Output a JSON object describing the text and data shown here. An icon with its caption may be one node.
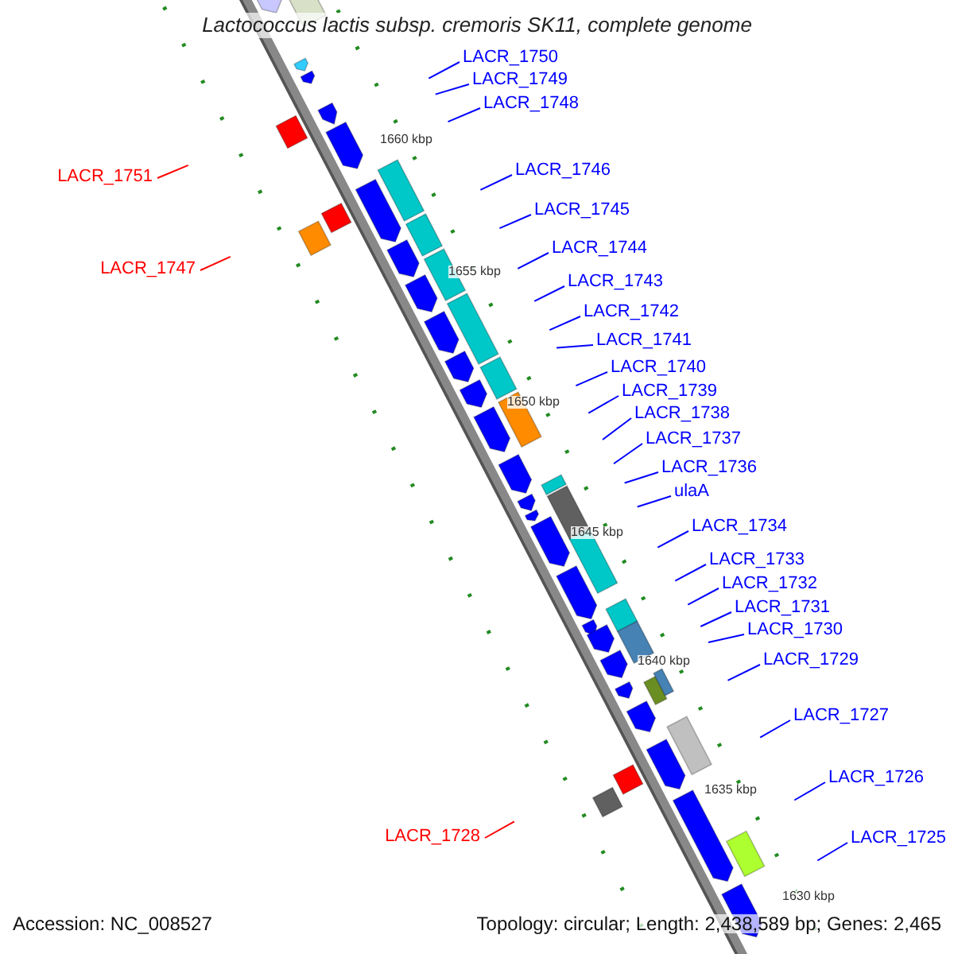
{
  "diagram": {
    "title": "Lactococcus lactis subsp. cremoris SK11, complete genome",
    "nodes": [
      {
        "text": [
          "LACR_1750"
        ]
      },
      {
        "text": [
          "LACR_1749"
        ]
      },
      {
        "text": [
          "LACR_1748"
        ]
      },
      {
        "text": [
          "LACR_1751"
        ]
      },
      {
        "text": [
          "LACR_1746"
        ]
      },
      {
        "text": [
          "LACR_1745"
        ]
      },
      {
        "text": [
          "LACR_1747"
        ]
      },
      {
        "text": [
          "LACR_1744"
        ]
      },
      {
        "text": [
          "LACR_1743"
        ]
      },
      {
        "text": [
          "LACR_1742"
        ]
      },
      {
        "text": [
          "LACR_1741"
        ]
      },
      {
        "text": [
          "LACR_1740"
        ]
      },
      {
        "text": [
          "LACR_1739"
        ]
      },
      {
        "text": [
          "LACR_1738"
        ]
      },
      {
        "text": [
          "LACR_1737"
        ]
      },
      {
        "text": [
          "LACR_1736"
        ]
      },
      {
        "text": [
          "ulaA"
        ]
      },
      {
        "text": [
          "LACR_1734"
        ]
      },
      {
        "text": [
          "LACR_1733"
        ]
      },
      {
        "text": [
          "LACR_1732"
        ]
      },
      {
        "text": [
          "LACR_1731"
        ]
      },
      {
        "text": [
          "LACR_1730"
        ]
      },
      {
        "text": [
          "LACR_1729"
        ]
      },
      {
        "text": [
          "LACR_1727"
        ]
      },
      {
        "text": [
          "LACR_1726"
        ]
      },
      {
        "text": [
          "LACR_1728"
        ]
      },
      {
        "text": [
          "LACR_1725"
        ]
      }
    ],
    "edges": [
      {
        "from": 0,
        "to": null,
        "arrow": "none"
      },
      {
        "from": 1,
        "to": null,
        "arrow": "none"
      },
      {
        "from": 2,
        "to": null,
        "arrow": "none"
      },
      {
        "from": 3,
        "to": null,
        "arrow": "none",
        "color": "#ff0000"
      },
      {
        "from": 4,
        "to": null,
        "arrow": "none"
      },
      {
        "from": 5,
        "to": null,
        "arrow": "none"
      },
      {
        "from": 6,
        "to": null,
        "arrow": "none",
        "color": "#ff0000"
      },
      {
        "from": 7,
        "to": null,
        "arrow": "none"
      },
      {
        "from": 8,
        "to": null,
        "arrow": "none"
      },
      {
        "from": 9,
        "to": null,
        "arrow": "none"
      },
      {
        "from": 10,
        "to": null,
        "arrow": "none"
      },
      {
        "from": 11,
        "to": null,
        "arrow": "none"
      },
      {
        "from": 12,
        "to": null,
        "arrow": "none"
      },
      {
        "from": 13,
        "to": null,
        "arrow": "none"
      },
      {
        "from": 14,
        "to": null,
        "arrow": "none"
      },
      {
        "from": 15,
        "to": null,
        "arrow": "none"
      },
      {
        "from": 16,
        "to": null,
        "arrow": "none"
      },
      {
        "from": 17,
        "to": null,
        "arrow": "none"
      },
      {
        "from": 18,
        "to": null,
        "arrow": "none"
      },
      {
        "from": 19,
        "to": null,
        "arrow": "none"
      },
      {
        "from": 20,
        "to": null,
        "arrow": "none"
      },
      {
        "from": 21,
        "to": null,
        "arrow": "none"
      },
      {
        "from": 22,
        "to": null,
        "arrow": "none"
      },
      {
        "from": 23,
        "to": null,
        "arrow": "none"
      },
      {
        "from": 24,
        "to": null,
        "arrow": "none"
      },
      {
        "from": 25,
        "to": null,
        "arrow": "none",
        "color": "#ff0000"
      },
      {
        "from": 26,
        "to": null,
        "arrow": "none"
      }
    ],
    "labels": [
      "1660 kbp",
      "1655 kbp",
      "1650 kbp",
      "1645 kbp",
      "1640 kbp",
      "1635 kbp",
      "1630 kbp",
      "Accession: NC_008527",
      "Topology: circular; Length: 2,438,589 bp; Genes: 2,465"
    ]
  }
}
